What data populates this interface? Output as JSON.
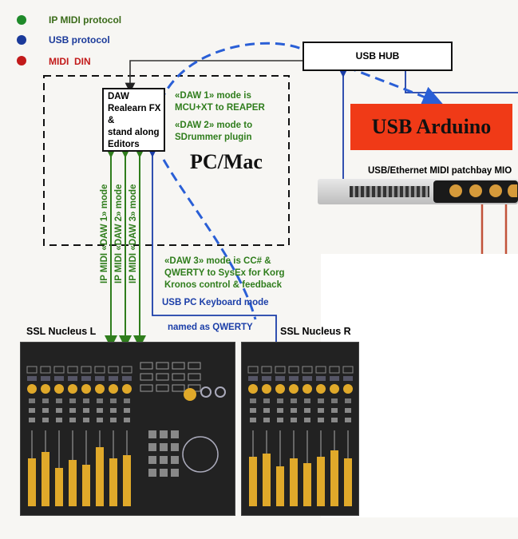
{
  "legend": [
    {
      "label": "IP MIDI protocol",
      "color": "#1f8a2a",
      "text_color": "#3b6b1a"
    },
    {
      "label": "USB protocol",
      "color": "#1b3a9a",
      "text_color": "#1b3a9a"
    },
    {
      "label": "MIDI  DIN",
      "color": "#c21a1a",
      "text_color": "#c21a1a"
    }
  ],
  "usb_hub": {
    "label": "USB HUB"
  },
  "usb_arduino": {
    "label": "USB Arduino",
    "bg": "#f03a17"
  },
  "daw_box": {
    "lines": [
      "DAW",
      "Realearn FX",
      "&",
      "stand along",
      "Editors"
    ]
  },
  "pc_mac": {
    "label": "PC/Mac"
  },
  "notes": {
    "daw1": [
      "«DAW 1» mode is",
      "MCU+XT to REAPER"
    ],
    "daw2": [
      "«DAW 2» mode to",
      "SDrummer plugin"
    ],
    "daw3": [
      "«DAW 3» mode is CC# &",
      "QWERTY to SysEx for Korg",
      "Kronos control & feedback"
    ]
  },
  "vertical_labels": [
    "IP MIDI «DAW 1» mode",
    "IP MIDI «DAW 2» mode",
    "IP MIDI «DAW 3» mode"
  ],
  "usb_keyboard": {
    "label": "USB PC Keyboard mode"
  },
  "qwerty": {
    "label": "named as QWERTY"
  },
  "patchbay": {
    "label": "USB/Ethernet MIDI patchbay MIO"
  },
  "ssl_left": {
    "label": "SSL Nucleus L"
  },
  "ssl_right": {
    "label": "SSL Nucleus R"
  },
  "colors": {
    "green": "#2f7d1c",
    "blue": "#1b3ea8",
    "accent_blue": "#2a5fd6",
    "yellow": "#e0a92a"
  }
}
